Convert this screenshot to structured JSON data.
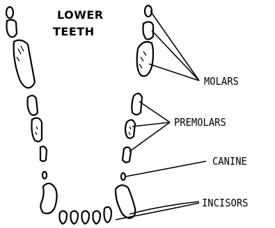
{
  "title": {
    "line1": "LOWER",
    "line2": "TEETH"
  },
  "labels": {
    "molars": "MOLARS",
    "premolars": "PREMOLARS",
    "canine": "CANINE",
    "incisors": "INCISORS"
  },
  "colors": {
    "ink": "#000000",
    "paper": "#ffffff"
  }
}
